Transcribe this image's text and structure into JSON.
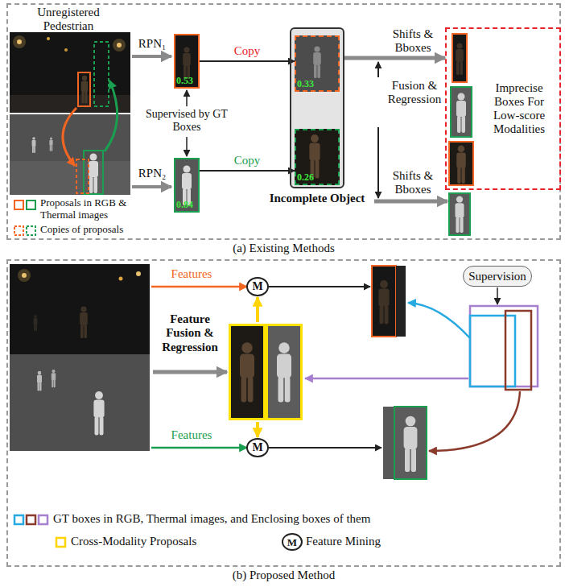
{
  "diagram": {
    "nodes": [
      {
        "text": [
          "(a) Existing Methods"
        ]
      },
      {
        "text": [
          "0.53"
        ],
        "in": 0
      },
      {
        "text": [
          "0.84"
        ],
        "in": 0
      },
      {
        "text": [
          "Incomplete Object"
        ],
        "in": 0
      },
      {
        "text": [
          "0.33"
        ],
        "in": 3
      },
      {
        "text": [
          "0.26"
        ],
        "in": 3
      },
      {
        "text": [
          "Imprecise Boxes For Low-score Modalities"
        ],
        "in": 0
      },
      {
        "text": [
          "(b) Proposed Method"
        ]
      },
      {
        "text": [
          "M"
        ],
        "in": 7
      },
      {
        "text": [
          "M"
        ],
        "in": 7
      },
      {
        "text": [
          "Supervision"
        ],
        "in": 7
      },
      {
        "text": [
          "M"
        ],
        "in": 7
      }
    ],
    "edges": [
      {
        "from": 1,
        "to": 4,
        "label": "Copy",
        "arrow": "to"
      },
      {
        "from": 2,
        "to": 5,
        "label": "Copy",
        "arrow": "to"
      },
      {
        "from": 3,
        "to": 6,
        "label": "Shifts & Bboxes",
        "arrow": "to"
      }
    ],
    "labels": [
      "Unregistered Pedestrian",
      "RPN₁",
      "RPN₂",
      "Supervised by GT Boxes",
      "Fusion & Regression",
      "Shifts & Bboxes",
      "Features",
      "Feature Fusion & Regression",
      "Features"
    ],
    "legend": [
      {
        "text": "Proposals in RGB & Thermal images"
      },
      {
        "text": "Copies of proposals"
      },
      {
        "text": "GT boxes in RGB, Thermal images, and Enclosing boxes of them"
      },
      {
        "text": "Cross-Modality Proposals"
      },
      {
        "text": "Feature Mining"
      }
    ]
  }
}
